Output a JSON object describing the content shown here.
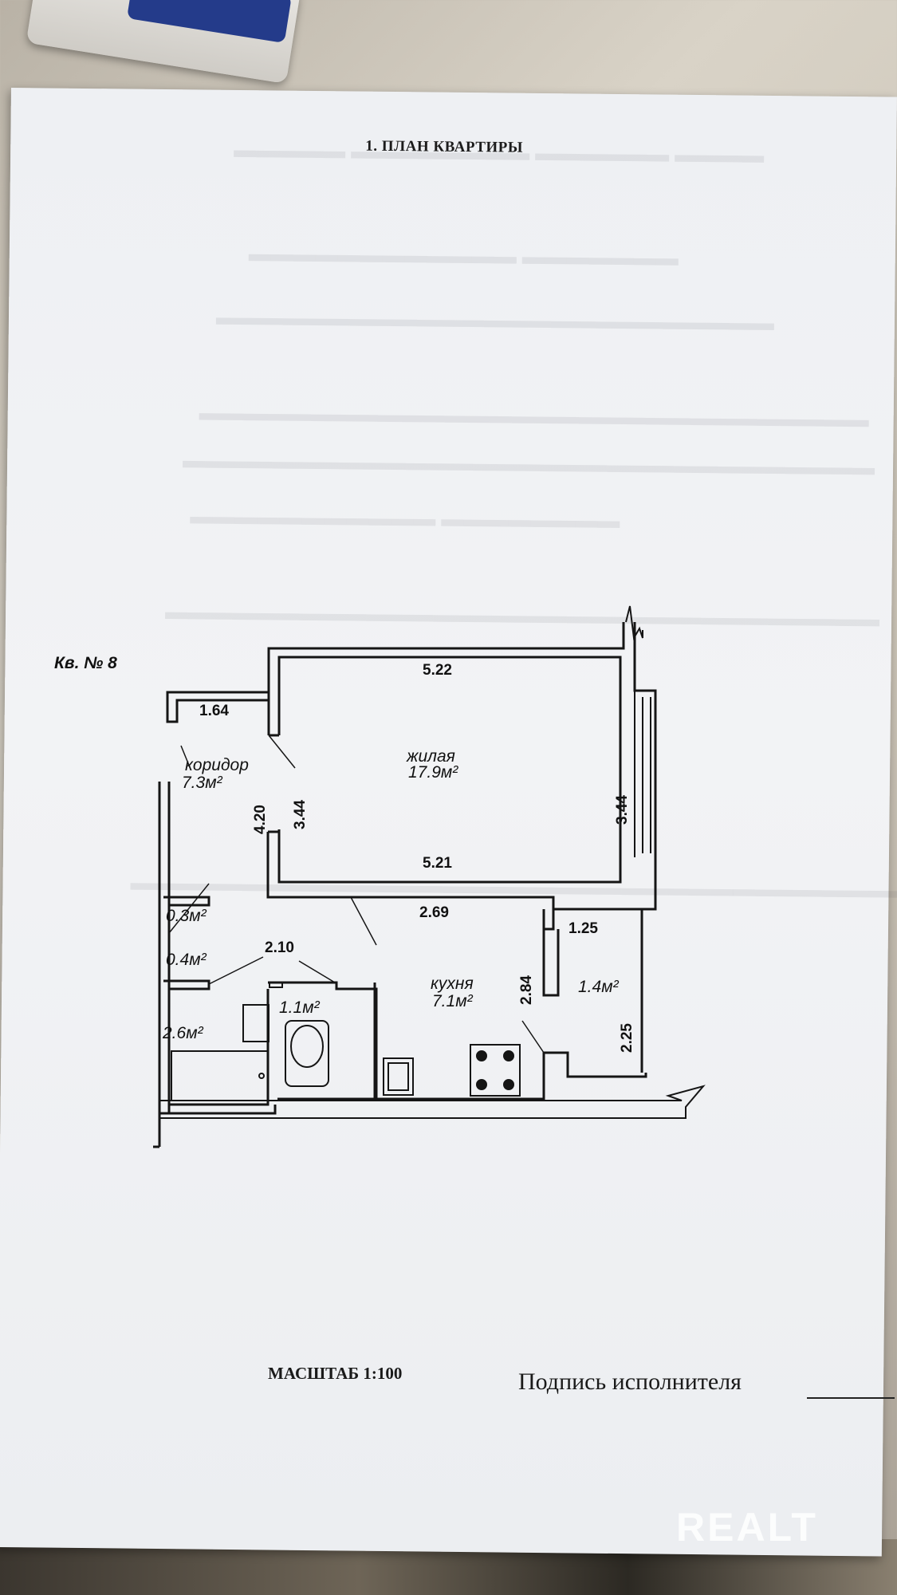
{
  "document": {
    "title": "1. ПЛАН КВАРТИРЫ",
    "apartment_label": "Кв. № 8",
    "scale": "МАСШТАБ 1:100",
    "signature_label": "Подпись исполнителя"
  },
  "rooms": {
    "living_name": "жилая",
    "living_area": "17.9м²",
    "corridor_name": "коридор",
    "corridor_area": "7.3м²",
    "kitchen_name": "кухня",
    "kitchen_area": "7.1м²",
    "storage_small_area": "0.3м²",
    "storage_area": "0.4м²",
    "bathroom_area": "2.6м²",
    "toilet_area": "1.1м²",
    "balcony_area": "1.4м²"
  },
  "dimensions": {
    "living_top": "5.22",
    "living_bottom": "5.21",
    "living_left": "3.44",
    "living_right": "3.44",
    "corridor_top": "1.64",
    "corridor_height": "4.20",
    "bath_block": "2.10",
    "kitchen_top": "2.69",
    "kitchen_side": "2.84",
    "balcony_width": "1.25",
    "balcony_height": "2.25"
  },
  "watermark": "REALT"
}
